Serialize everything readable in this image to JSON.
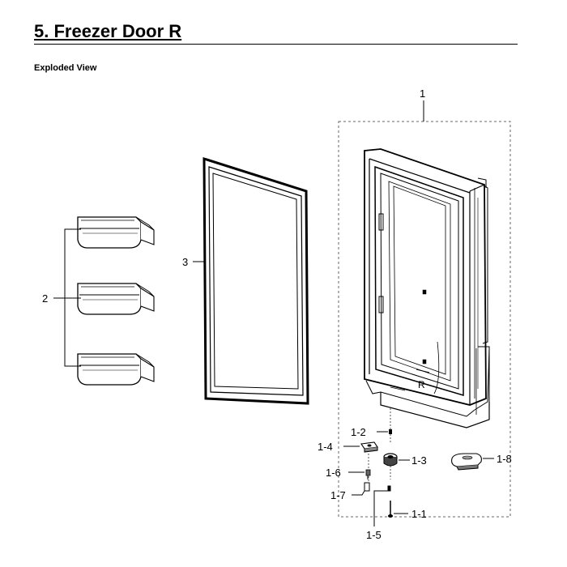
{
  "section_title": "5.  Freezer Door R",
  "subtitle": "Exploded View",
  "door_stamp": "R",
  "labels": {
    "l1": "1",
    "l2": "2",
    "l3": "3",
    "l1_1": "1-1",
    "l1_2": "1-2",
    "l1_3": "1-3",
    "l1_4": "1-4",
    "l1_5": "1-5",
    "l1_6": "1-6",
    "l1_7": "1-7",
    "l1_8": "1-8"
  }
}
